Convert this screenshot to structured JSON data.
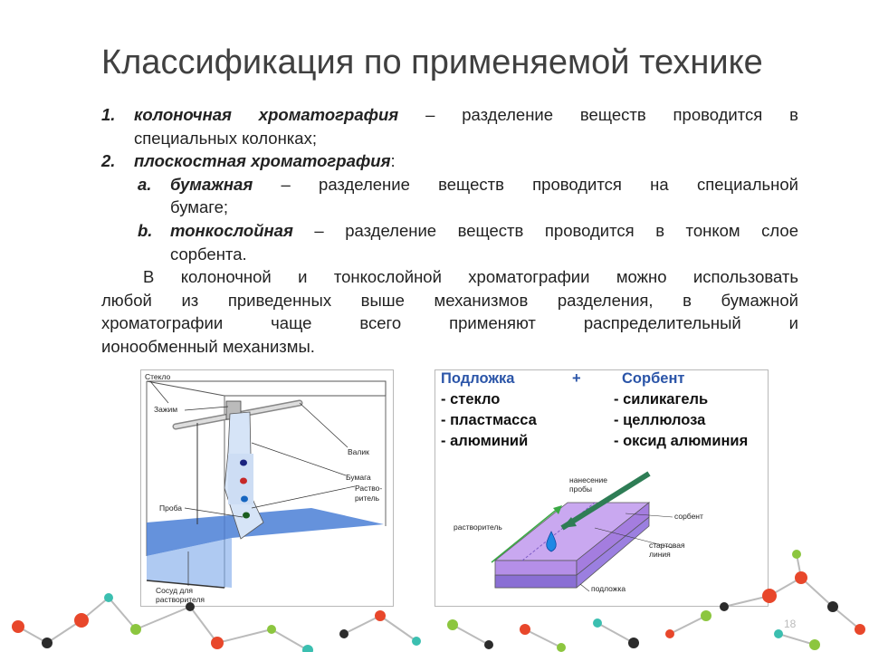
{
  "title": "Классификация по применяемой технике",
  "list": {
    "item1": {
      "num": "1.",
      "term": "колоночная хроматография",
      "rest_line1": " – разделение веществ проводится в",
      "rest_line2": "специальных колонках;"
    },
    "item2": {
      "num": "2.",
      "term": "плоскостная хроматография",
      "rest": ":"
    },
    "item2a": {
      "num": "a.",
      "term": "бумажная",
      "rest_line1": " – разделение веществ проводится на специальной",
      "rest_line2": "бумаге;"
    },
    "item2b": {
      "num": "b.",
      "term": "тонкослойная",
      "rest_line1": " – разделение веществ проводится в тонком слое",
      "rest_line2": "сорбента."
    }
  },
  "paragraph": {
    "line1": "В колоночной и тонкослойной хроматографии можно использовать",
    "line2": "любой из приведенных выше механизмов разделения, в бумажной",
    "line3": "хроматографии чаще всего применяют распределительный и",
    "line4": "ионообменный механизмы."
  },
  "figure1": {
    "labels": {
      "glass": "Стекло",
      "clamp": "Зажим",
      "roller": "Валик",
      "paper": "Бумага",
      "solvent_a": "Раство-",
      "solvent_b": "ритель",
      "sample": "Проба",
      "vessel_a": "Сосуд для",
      "vessel_b": "растворителя"
    },
    "colors": {
      "liquid": "#4a7fd6",
      "spot_top": "#1a237e",
      "spot_red": "#c62828",
      "spot_blue": "#1565c0",
      "spot_green": "#1b5e20"
    }
  },
  "figure2": {
    "header": {
      "col1": "Подложка",
      "plus": "+",
      "col2": "Сорбент"
    },
    "rows": [
      {
        "c1": "- стекло",
        "c2": "- силикагель"
      },
      {
        "c1": "- пластмасса",
        "c2": "- целлюлоза"
      },
      {
        "c1": "- алюминий",
        "c2": "- оксид алюминия"
      }
    ],
    "labels": {
      "application_a": "нанесение",
      "application_b": "пробы",
      "solvent": "растворитель",
      "sorbent": "сорбент",
      "start_a": "стартовая",
      "start_b": "линия",
      "substrate": "подложка"
    },
    "colors": {
      "sorbent": "#c9a8f0",
      "substrate": "#9b7fe0",
      "drop": "#1e88e5",
      "arrow_green": "#3aa845"
    }
  },
  "page_number": "18",
  "decor_colors": {
    "red": "#e8472b",
    "green": "#8cc63f",
    "teal": "#3bbfb0",
    "dark": "#2b2b2b"
  }
}
